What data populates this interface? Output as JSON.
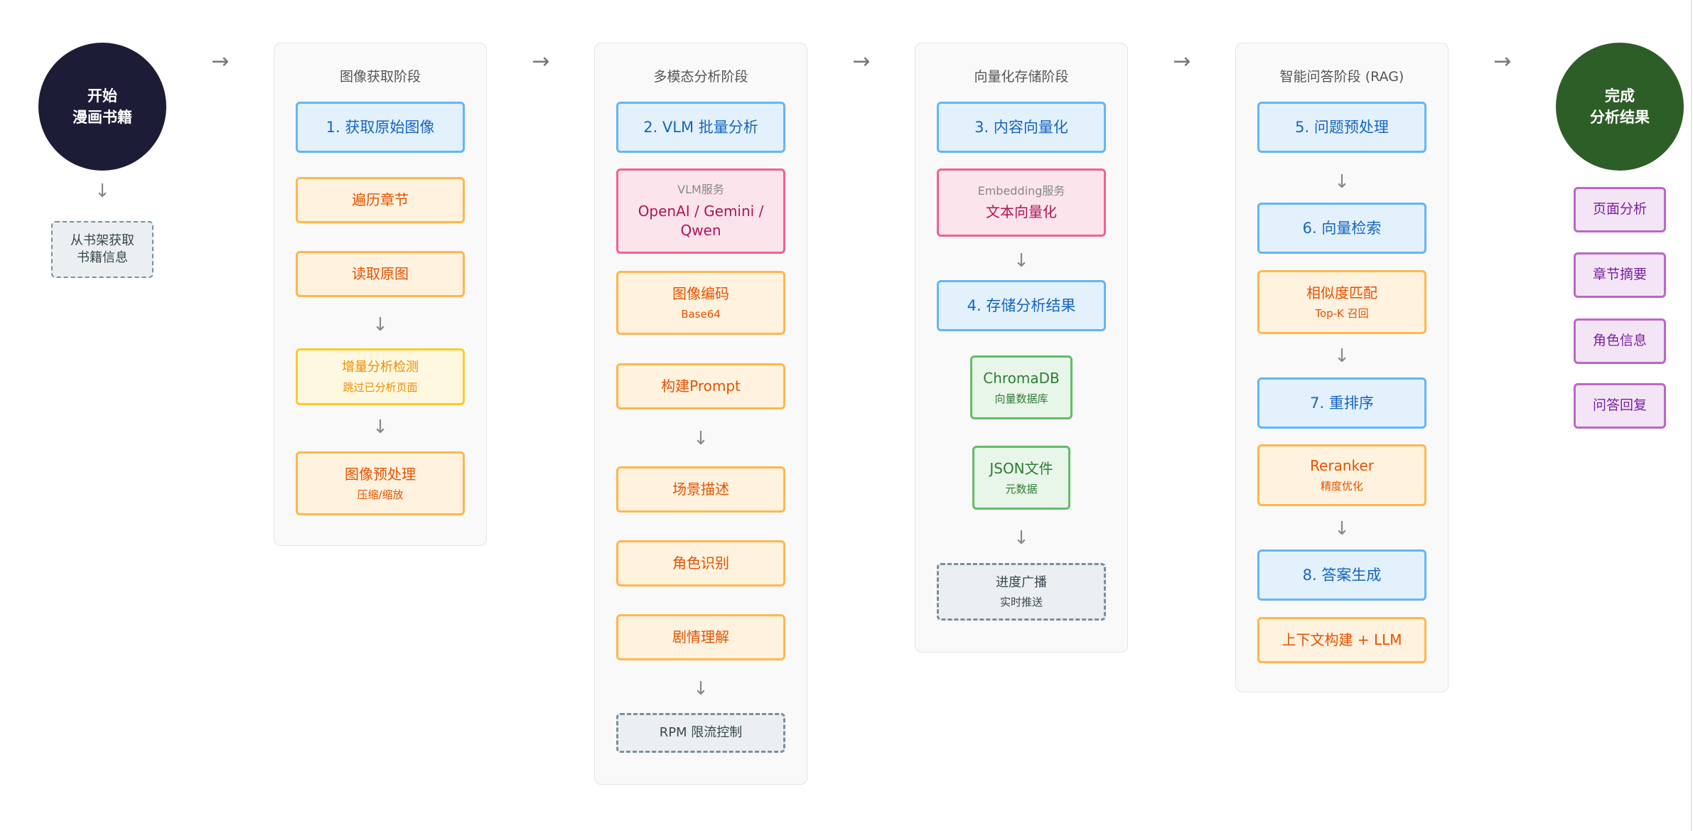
{
  "start": {
    "label": "开始\n漫画书籍"
  },
  "start_info": {
    "label": "从书架获取\n书籍信息"
  },
  "arrows": {
    "right": "→",
    "down": "↓"
  },
  "phases": {
    "acquire": {
      "title": "图像获取阶段",
      "step1": "1. 获取原始图像",
      "traverse": "遍历章节",
      "read": "读取原图",
      "incremental": {
        "main": "增量分析检测",
        "sub": "跳过已分析页面"
      },
      "preprocess": {
        "main": "图像预处理",
        "sub": "压缩/缩放"
      }
    },
    "analysis": {
      "title": "多模态分析阶段",
      "step2": "2. VLM 批量分析",
      "vlm": {
        "top": "VLM服务",
        "main": "OpenAI / Gemini / Qwen"
      },
      "encode": {
        "main": "图像编码",
        "sub": "Base64"
      },
      "prompt": "构建Prompt",
      "scene": "场景描述",
      "character": "角色识别",
      "plot": "剧情理解",
      "rpm": "RPM 限流控制"
    },
    "vector": {
      "title": "向量化存储阶段",
      "step3": "3. 内容向量化",
      "embedding": {
        "top": "Embedding服务",
        "main": "文本向量化"
      },
      "step4": "4. 存储分析结果",
      "chroma": {
        "main": "ChromaDB",
        "sub": "向量数据库"
      },
      "json": {
        "main": "JSON文件",
        "sub": "元数据"
      },
      "progress": {
        "main": "进度广播",
        "sub": "实时推送"
      }
    },
    "rag": {
      "title": "智能问答阶段 (RAG)",
      "step5": "5. 问题预处理",
      "step6": "6. 向量检索",
      "similarity": {
        "main": "相似度匹配",
        "sub": "Top-K 召回"
      },
      "step7": "7. 重排序",
      "reranker": {
        "main": "Reranker",
        "sub": "精度优化"
      },
      "step8": "8. 答案生成",
      "context": "上下文构建 + LLM"
    }
  },
  "finish": {
    "label": "完成\n分析结果"
  },
  "outputs": [
    "页面分析",
    "章节摘要",
    "角色信息",
    "问答回复"
  ],
  "colors": {
    "start": "#1c1c36",
    "finish": "#2e5e27",
    "step_border": "#64b5f6",
    "process_border": "#ffb74d",
    "service_border": "#f06292",
    "store_border": "#66bb6a",
    "output_border": "#ba68c8"
  }
}
